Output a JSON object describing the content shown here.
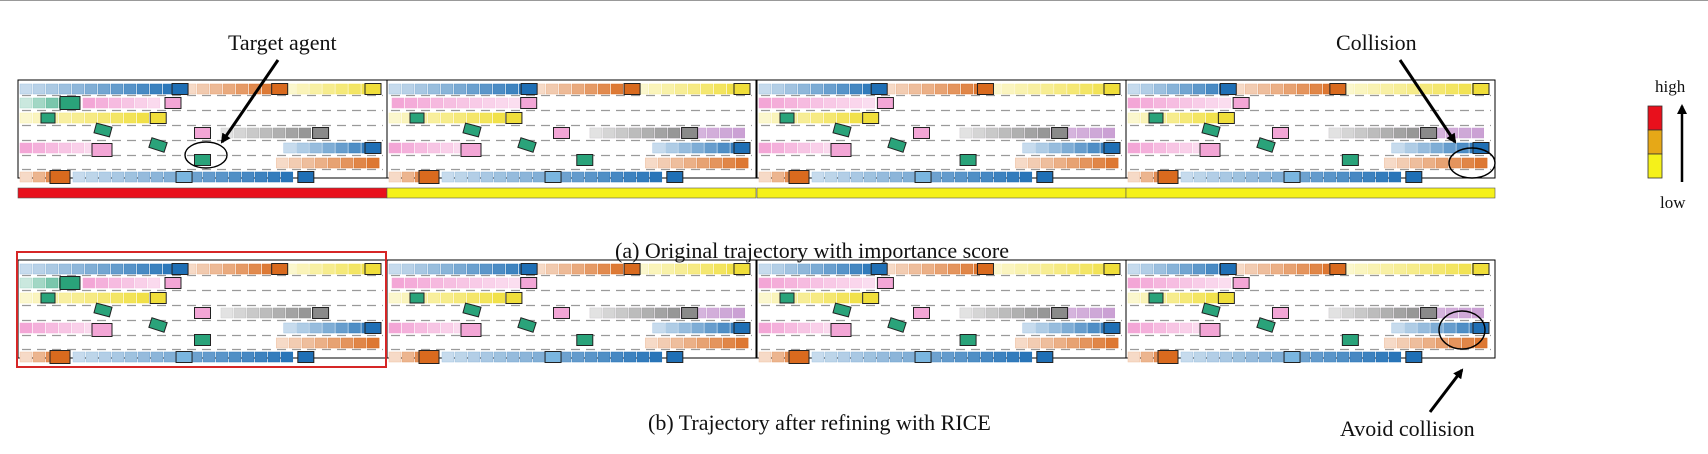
{
  "annotations": {
    "target_agent": "Target agent",
    "collision": "Collision",
    "avoid_collision": "Avoid collision"
  },
  "captions": {
    "a": "(a) Original trajectory with importance score",
    "b": "(b) Trajectory after refining with RICE"
  },
  "legend": {
    "high": "high",
    "low": "low",
    "colors": [
      "#e8101c",
      "#e6a817",
      "#f5f11a"
    ]
  },
  "importance_scores": [
    "high",
    "low",
    "low",
    "low"
  ],
  "importance_colors": {
    "high": "#e8101c",
    "low": "#f5f11a"
  },
  "refined_highlight": {
    "frame": 1,
    "color": "#d62626"
  },
  "colors": {
    "blue": "#1f6fb5",
    "orange": "#d96a1e",
    "yellow": "#f0de3a",
    "pink": "#f3a6d6",
    "teal": "#2aa37a",
    "gray": "#8a8a8a",
    "violet": "#c79bd1"
  },
  "icons": {
    "pointer": "arrow-icon",
    "collision_marker": "circle-icon",
    "score_direction": "arrow-up-icon"
  }
}
